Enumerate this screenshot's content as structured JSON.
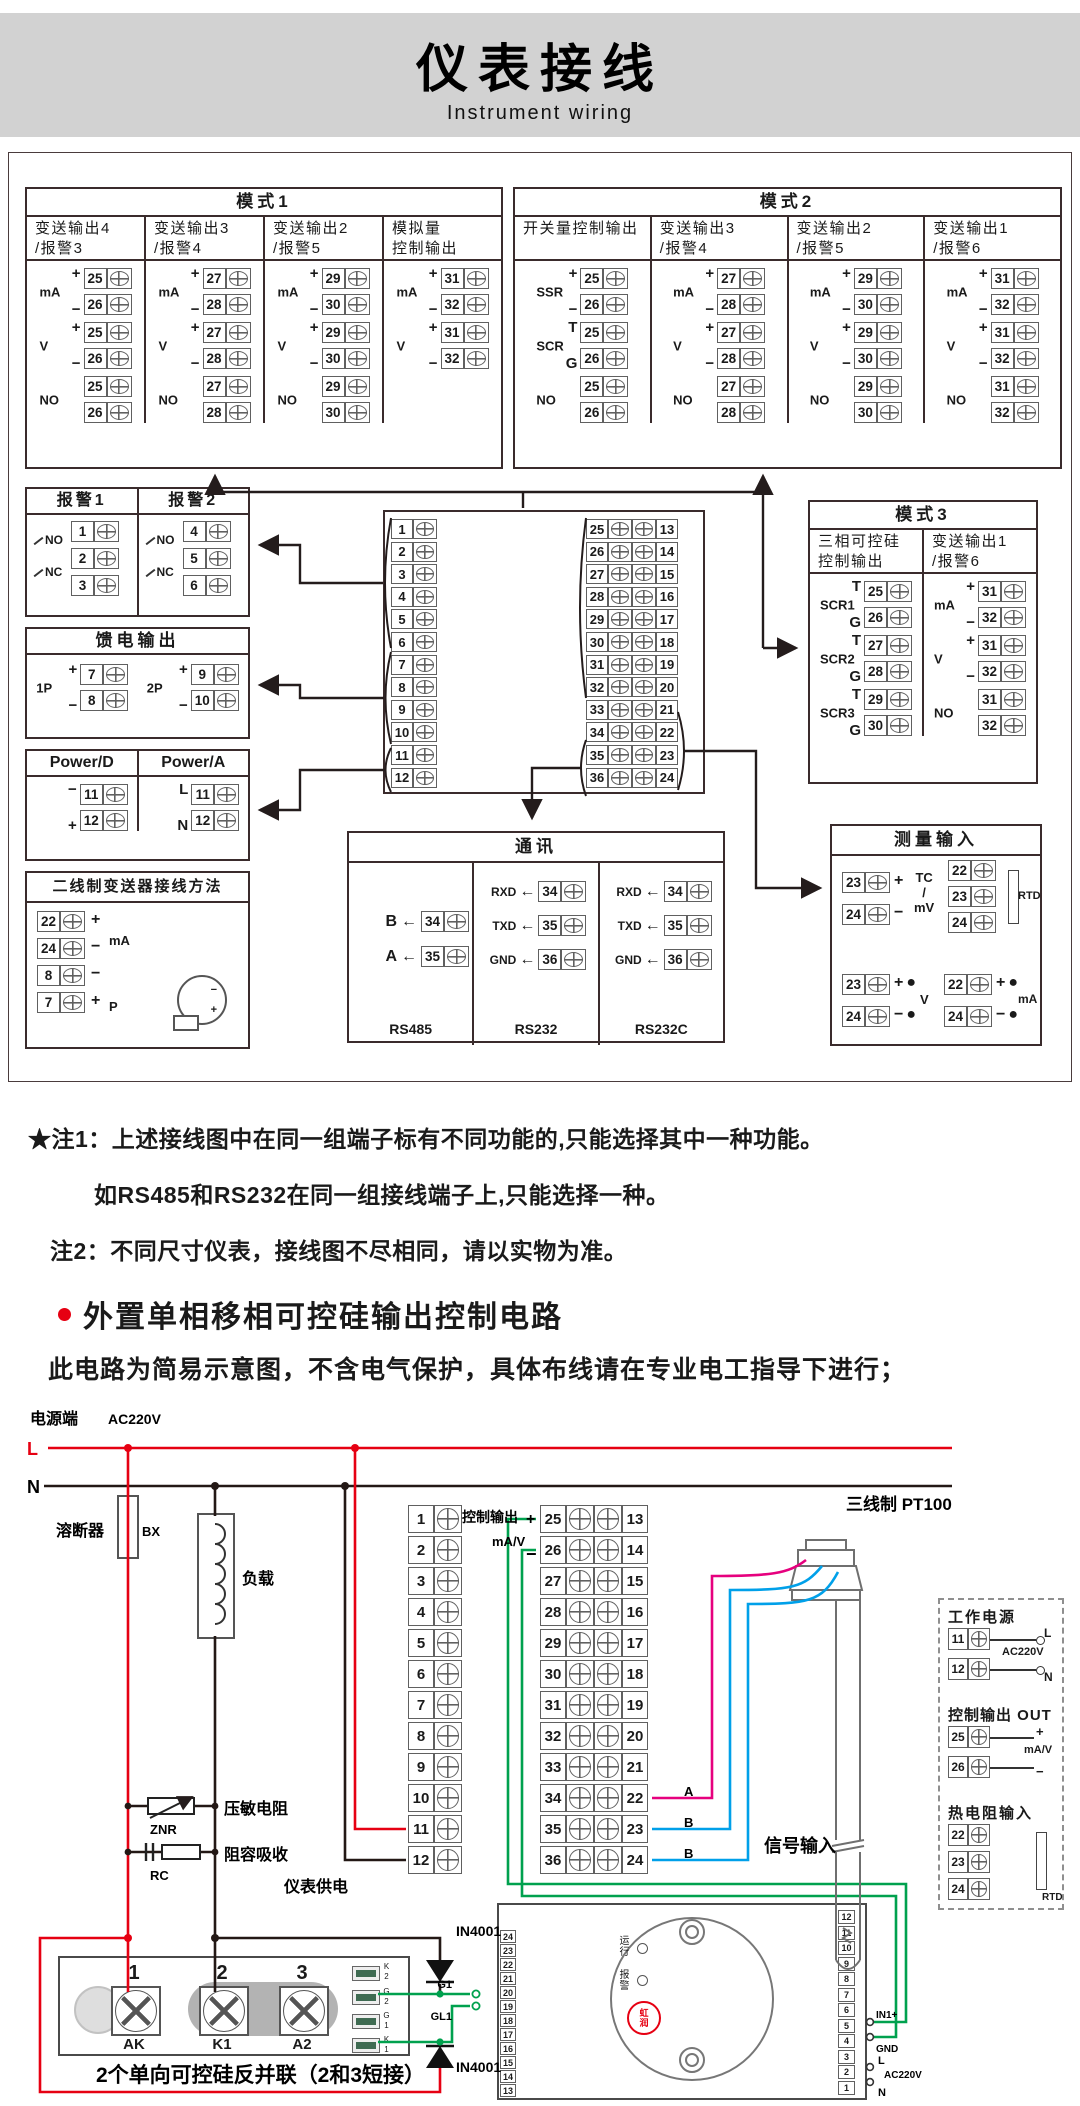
{
  "colors": {
    "banner_bg": "#d2d2d2",
    "box_border": "#3a2b2c",
    "accent_red": "#e60012",
    "wire_green": "#00a14e",
    "wire_blue": "#00a0e9",
    "wire_magenta": "#e6007e"
  },
  "banner": {
    "title": "仪表接线",
    "subtitle": "Instrument wiring"
  },
  "mode1": {
    "title": "模式1",
    "columns": [
      {
        "h1": "变送输出4",
        "h2": "/报警3",
        "groups": [
          {
            "label": "mA",
            "s1": "+",
            "n1": "25",
            "s2": "−",
            "n2": "26"
          },
          {
            "label": "V",
            "s1": "+",
            "n1": "25",
            "s2": "−",
            "n2": "26"
          },
          {
            "label": "NO",
            "s1": "",
            "n1": "25",
            "s2": "",
            "n2": "26"
          }
        ]
      },
      {
        "h1": "变送输出3",
        "h2": "/报警4",
        "groups": [
          {
            "label": "mA",
            "s1": "+",
            "n1": "27",
            "s2": "−",
            "n2": "28"
          },
          {
            "label": "V",
            "s1": "+",
            "n1": "27",
            "s2": "−",
            "n2": "28"
          },
          {
            "label": "NO",
            "s1": "",
            "n1": "27",
            "s2": "",
            "n2": "28"
          }
        ]
      },
      {
        "h1": "变送输出2",
        "h2": "/报警5",
        "groups": [
          {
            "label": "mA",
            "s1": "+",
            "n1": "29",
            "s2": "−",
            "n2": "30"
          },
          {
            "label": "V",
            "s1": "+",
            "n1": "29",
            "s2": "−",
            "n2": "30"
          },
          {
            "label": "NO",
            "s1": "",
            "n1": "29",
            "s2": "",
            "n2": "30"
          }
        ]
      },
      {
        "h1": "模拟量",
        "h2": "控制输出",
        "groups": [
          {
            "label": "mA",
            "s1": "+",
            "n1": "31",
            "s2": "−",
            "n2": "32"
          },
          {
            "label": "V",
            "s1": "+",
            "n1": "31",
            "s2": "−",
            "n2": "32"
          }
        ]
      }
    ]
  },
  "mode2": {
    "title": "模式2",
    "columns": [
      {
        "h1": "开关量控制输出",
        "h2": "",
        "groups": [
          {
            "label": "SSR",
            "s1": "+",
            "n1": "25",
            "s2": "−",
            "n2": "26"
          },
          {
            "label": "SCR",
            "s1": "T",
            "n1": "25",
            "s2": "G",
            "n2": "26"
          },
          {
            "label": "NO",
            "s1": "",
            "n1": "25",
            "s2": "",
            "n2": "26"
          }
        ]
      },
      {
        "h1": "变送输出3",
        "h2": "/报警4",
        "groups": [
          {
            "label": "mA",
            "s1": "+",
            "n1": "27",
            "s2": "−",
            "n2": "28"
          },
          {
            "label": "V",
            "s1": "+",
            "n1": "27",
            "s2": "−",
            "n2": "28"
          },
          {
            "label": "NO",
            "s1": "",
            "n1": "27",
            "s2": "",
            "n2": "28"
          }
        ]
      },
      {
        "h1": "变送输出2",
        "h2": "/报警5",
        "groups": [
          {
            "label": "mA",
            "s1": "+",
            "n1": "29",
            "s2": "−",
            "n2": "30"
          },
          {
            "label": "V",
            "s1": "+",
            "n1": "29",
            "s2": "−",
            "n2": "30"
          },
          {
            "label": "NO",
            "s1": "",
            "n1": "29",
            "s2": "",
            "n2": "30"
          }
        ]
      },
      {
        "h1": "变送输出1",
        "h2": "/报警6",
        "groups": [
          {
            "label": "mA",
            "s1": "+",
            "n1": "31",
            "s2": "−",
            "n2": "32"
          },
          {
            "label": "V",
            "s1": "+",
            "n1": "31",
            "s2": "−",
            "n2": "32"
          },
          {
            "label": "NO",
            "s1": "",
            "n1": "31",
            "s2": "",
            "n2": "32"
          }
        ]
      }
    ]
  },
  "mode3": {
    "title": "模式3",
    "columns": [
      {
        "h1": "三相可控硅",
        "h2": "控制输出",
        "groups": [
          {
            "label": "SCR1",
            "s1": "T",
            "n1": "25",
            "s2": "G",
            "n2": "26"
          },
          {
            "label": "SCR2",
            "s1": "T",
            "n1": "27",
            "s2": "G",
            "n2": "28"
          },
          {
            "label": "SCR3",
            "s1": "T",
            "n1": "29",
            "s2": "G",
            "n2": "30"
          }
        ]
      },
      {
        "h1": "变送输出1",
        "h2": "/报警6",
        "groups": [
          {
            "label": "mA",
            "s1": "+",
            "n1": "31",
            "s2": "−",
            "n2": "32"
          },
          {
            "label": "V",
            "s1": "+",
            "n1": "31",
            "s2": "−",
            "n2": "32"
          },
          {
            "label": "NO",
            "s1": "",
            "n1": "31",
            "s2": "",
            "n2": "32"
          }
        ]
      }
    ]
  },
  "alarm": {
    "h1": "报警1",
    "h2": "报警2",
    "no": "NO",
    "nc": "NC",
    "c1": [
      "1",
      "2",
      "3"
    ],
    "c2": [
      "4",
      "5",
      "6"
    ]
  },
  "feed": {
    "title": "馈电输出",
    "g1": {
      "label": "1P",
      "s1": "+",
      "n1": "7",
      "s2": "−",
      "n2": "8"
    },
    "g2": {
      "label": "2P",
      "s1": "+",
      "n1": "9",
      "s2": "−",
      "n2": "10"
    }
  },
  "power": {
    "h1": "Power/D",
    "h2": "Power/A",
    "d": {
      "s1": "−",
      "n1": "11",
      "s2": "+",
      "n2": "12"
    },
    "a": {
      "s1": "L",
      "n1": "11",
      "s2": "N",
      "n2": "12"
    }
  },
  "twowire": {
    "title": "二线制变送器接线方法",
    "r1": {
      "n": "22",
      "s": "+"
    },
    "r2": {
      "n": "24",
      "s": "−"
    },
    "r3": {
      "n": "8",
      "s": "−"
    },
    "r4": {
      "n": "7",
      "s": "+"
    },
    "lbl1": "mA",
    "lbl2": "P",
    "xm_minus": "−",
    "xm_plus": "+"
  },
  "center": {
    "left": [
      "1",
      "2",
      "3",
      "4",
      "5",
      "6",
      "7",
      "8",
      "9",
      "10",
      "11",
      "12"
    ],
    "mid": [
      "25",
      "26",
      "27",
      "28",
      "29",
      "30",
      "31",
      "32",
      "33",
      "34",
      "35",
      "36"
    ],
    "right": [
      "13",
      "14",
      "15",
      "16",
      "17",
      "18",
      "19",
      "20",
      "21",
      "22",
      "23",
      "24"
    ]
  },
  "measure": {
    "title": "测量输入",
    "tc": {
      "n1": "23",
      "s1": "+",
      "n2": "24",
      "s2": "−",
      "l1": "TC",
      "l2": "/",
      "l3": "mV"
    },
    "rtd": {
      "n1": "22",
      "n2": "23",
      "n3": "24",
      "label": "RTD"
    },
    "v": {
      "n1": "23",
      "s1": "+",
      "n2": "24",
      "s2": "−",
      "label": "V"
    },
    "ma": {
      "n1": "22",
      "s1": "+",
      "n2": "24",
      "s2": "−",
      "label": "mA"
    }
  },
  "comm": {
    "title": "通讯",
    "sections": [
      {
        "caption": "RS485",
        "rows": [
          {
            "label": "B",
            "num": "34"
          },
          {
            "label": "A",
            "num": "35"
          }
        ]
      },
      {
        "caption": "RS232",
        "rows": [
          {
            "label": "RXD",
            "num": "34"
          },
          {
            "label": "TXD",
            "num": "35"
          },
          {
            "label": "GND",
            "num": "36"
          }
        ]
      },
      {
        "caption": "RS232C",
        "rows": [
          {
            "label": "RXD",
            "num": "34"
          },
          {
            "label": "TXD",
            "num": "35"
          },
          {
            "label": "GND",
            "num": "36"
          }
        ]
      }
    ]
  },
  "notes": {
    "n1a": "★注1：上述接线图中在同一组端子标有不同功能的,只能选择其中一种功能。",
    "n1b": "如RS485和RS232在同一组接线端子上,只能选择一种。",
    "n2": "注2：不同尺寸仪表，接线图不尽相同，请以实物为准。"
  },
  "circuit": {
    "heading": "外置单相移相可控硅输出控制电路",
    "caution": "此电路为简易示意图，不含电气保护，具体布线请在专业电工指导下进行；",
    "power_label": "电源端",
    "voltage": "AC220V",
    "l": "L",
    "n": "N",
    "fuse": "溶断器",
    "fuse_code": "BX",
    "load": "负载",
    "varistor": "压敏电阻",
    "varistor_code": "ZNR",
    "rc": "阻容吸收",
    "rc_code": "RC",
    "meter_power": "仪表供电",
    "ctrl": "控制输出",
    "ctrl_plus": "+",
    "ctrl_n1": "25",
    "ctrl_unit": "mA/V",
    "ctrl_minus": "−",
    "ctrl_n2": "26",
    "pt100": "三线制 PT100",
    "sig": "信号输入",
    "wa": "A",
    "wb1": "B",
    "wb2": "B",
    "d1": "IN4001",
    "d2": "IN4001",
    "panel": {
      "p1": "工作电源",
      "p1n1": "11",
      "p1l1": "L",
      "p1v": "AC220V",
      "p1n2": "12",
      "p1l2": "N",
      "p2": "控制输出 OUT",
      "p2n1": "25",
      "p2s1": "+",
      "p2u": "mA/V",
      "p2n2": "26",
      "p2s2": "−",
      "p3": "热电阻输入",
      "p3n1": "22",
      "p3n2": "23",
      "p3n3": "24",
      "p3l": "RTD"
    },
    "scr": {
      "t1": "1",
      "t2": "2",
      "t3": "3",
      "l1": "AK",
      "l2": "K1",
      "l3": "A2",
      "side": [
        "K2",
        "G2",
        "G1",
        "K1"
      ],
      "g1": "G1",
      "gl1": "GL1",
      "caption": "2个单向可控硅反并联（2和3短接）"
    },
    "module": {
      "left": [
        "24",
        "23",
        "22",
        "21",
        "20",
        "19",
        "18",
        "17",
        "16",
        "15",
        "14",
        "13"
      ],
      "right": [
        "12",
        "11",
        "10",
        "9",
        "8",
        "7",
        "6",
        "5",
        "4",
        "3",
        "2",
        "1"
      ],
      "run": "运行",
      "alarm": "报警",
      "brand": "虹润",
      "in1": "IN1+",
      "gnd": "GND",
      "l": "L",
      "v": "AC220V",
      "n": "N"
    }
  }
}
